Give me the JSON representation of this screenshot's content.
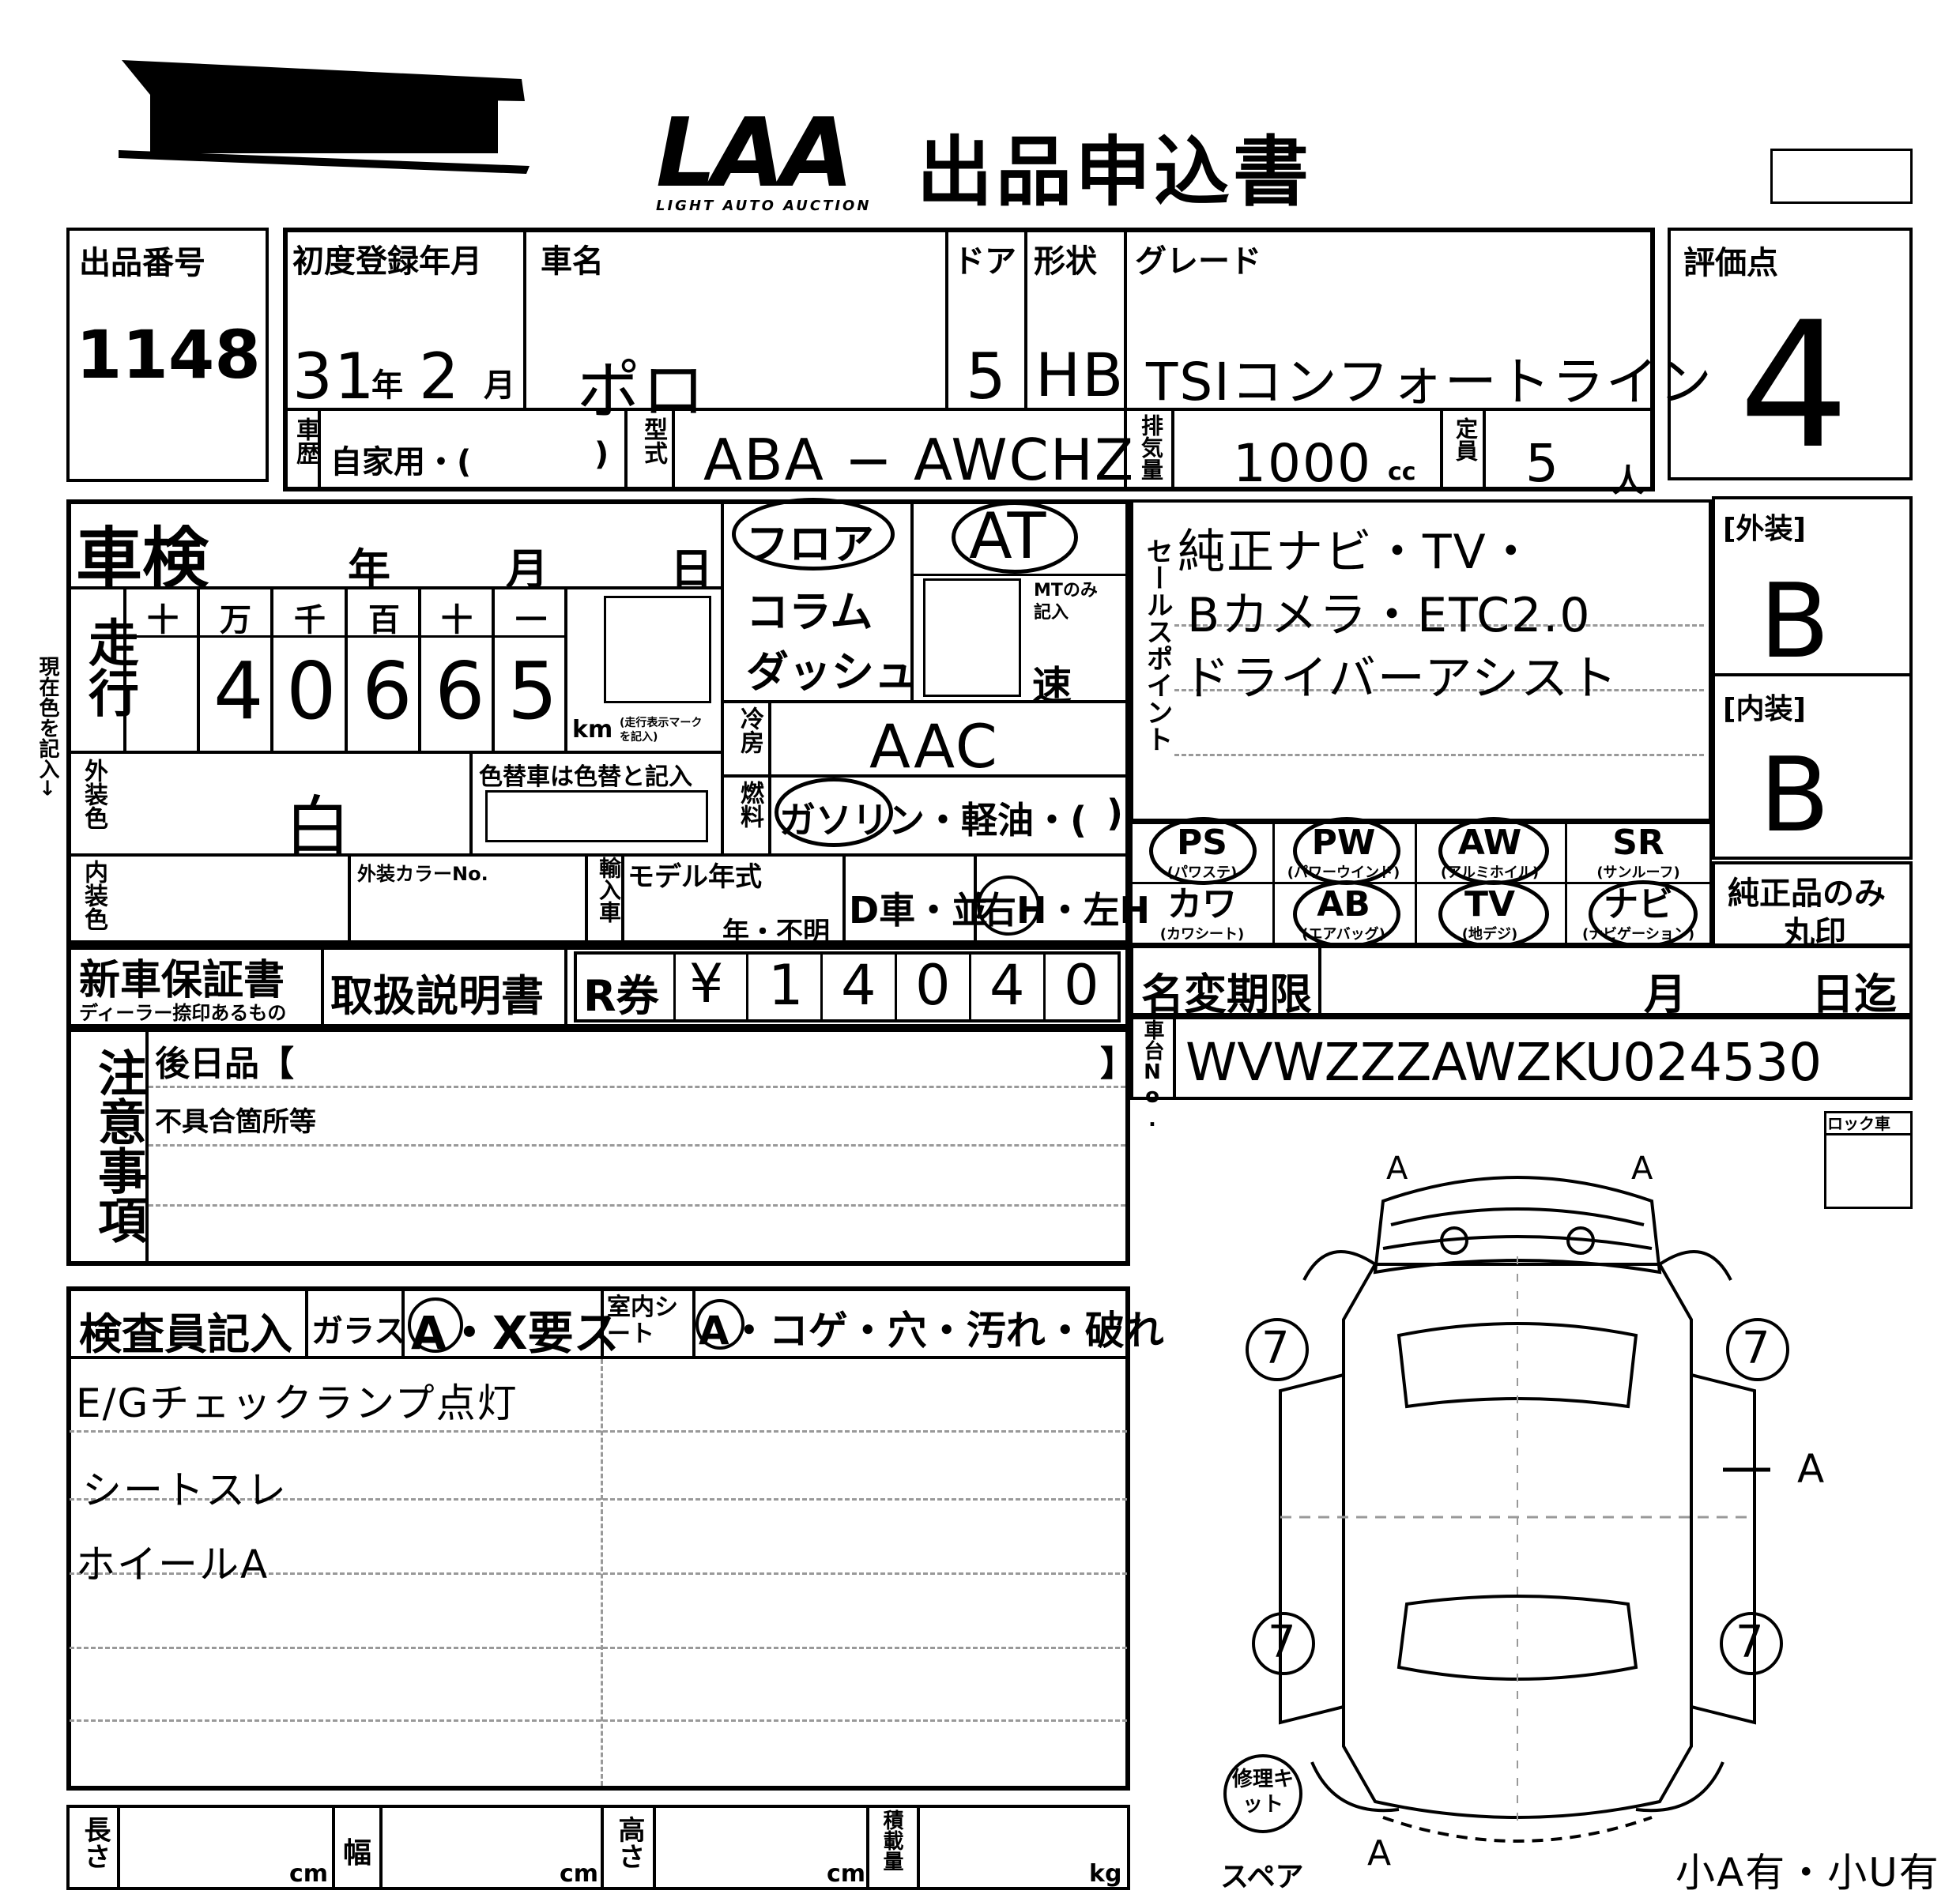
{
  "header": {
    "brand": "LAA",
    "brand_sub": "LIGHT AUTO AUCTION",
    "title": "出品申込書"
  },
  "lot": {
    "label": "出品番号",
    "value": "1148"
  },
  "registration": {
    "label": "初度登録年月",
    "year": "31",
    "year_unit": "年",
    "month": "2",
    "month_unit": "月"
  },
  "car_name": {
    "label": "車名",
    "value": "ポロ"
  },
  "door": {
    "label": "ドア",
    "value": "5"
  },
  "body_type": {
    "label": "形状",
    "value": "HB"
  },
  "grade": {
    "label": "グレード",
    "value": "TSIコンフォートライン"
  },
  "score": {
    "label": "評価点",
    "value": "4"
  },
  "history": {
    "label": "車歴",
    "value": "自家用・(",
    "close": ")"
  },
  "model": {
    "label": "型式",
    "value": "ABA − AWCHZ"
  },
  "displacement": {
    "label": "排気量",
    "value": "1000",
    "unit": "cc"
  },
  "capacity": {
    "label": "定員",
    "value": "5",
    "unit": "人"
  },
  "inspection": {
    "label": "車検",
    "year": "年",
    "month": "月",
    "day": "日"
  },
  "mileage": {
    "label": "走行",
    "digits_header": [
      "十",
      "万",
      "千",
      "百",
      "十",
      "一"
    ],
    "digits": [
      "",
      "4",
      "0",
      "6",
      "6",
      "5"
    ],
    "unit": "km",
    "note": "(走行表示マーク を記入)"
  },
  "shift": {
    "floor": "フロア",
    "column": "コラム",
    "dash": "ダッシュ",
    "at": "AT",
    "mt_note": "MTのみ 記入",
    "speed": "速"
  },
  "ac": {
    "label": "冷房",
    "value": "AAC"
  },
  "fuel": {
    "label": "燃料",
    "options": "ガソリン・軽油・(",
    "close": ")"
  },
  "exterior_color": {
    "label": "外装色",
    "value": "白",
    "note": "色替車は色替と記入"
  },
  "interior_color": {
    "label": "内装色",
    "color_no_label": "外装カラーNo.",
    "import_label": "輸入車",
    "model_year_label": "モデル年式",
    "model_year": "年・不明",
    "dealer": "D車・並",
    "handle": "右H・左H"
  },
  "sales_points": {
    "label": "セールスポイント",
    "lines": [
      "純正ナビ・TV・",
      "Bカメラ・ETC2.0",
      "ドライバーアシスト"
    ]
  },
  "grades": {
    "exterior_label": "[外装]",
    "exterior": "B",
    "interior_label": "[内装]",
    "interior": "B"
  },
  "options": [
    {
      "main": "PS",
      "sub": "(パワステ)"
    },
    {
      "main": "PW",
      "sub": "(パワーウインド)"
    },
    {
      "main": "AW",
      "sub": "(アルミホイル)"
    },
    {
      "main": "SR",
      "sub": "(サンルーフ)"
    },
    {
      "main": "カワ",
      "sub": "(カワシート)"
    },
    {
      "main": "AB",
      "sub": "(エアバッグ)"
    },
    {
      "main": "TV",
      "sub": "(地デジ)"
    },
    {
      "main": "ナビ",
      "sub": "(ナビゲーション)"
    }
  ],
  "genuine": {
    "line1": "純正品のみ",
    "line2": "丸印"
  },
  "warranty": {
    "label": "新車保証書",
    "sub": "ディーラー捺印あるもの"
  },
  "manual": {
    "label": "取扱説明書"
  },
  "recycle": {
    "label": "R券",
    "yen": "¥",
    "digits": [
      "1",
      "4",
      "0",
      "4",
      "0"
    ]
  },
  "name_change": {
    "label": "名変期限",
    "month": "月",
    "day": "日迄"
  },
  "chassis": {
    "label": "車台No.",
    "value": "WVWZZZAWZKU024530"
  },
  "notes": {
    "label": "注意事項",
    "later": "後日品【",
    "later_close": "】",
    "defects": "不具合箇所等"
  },
  "inspector": {
    "label": "検査員記入",
    "glass_label": "ガラス",
    "glass_value": "A・X要ス",
    "seat_label": "室内シート",
    "seat_value": "A・コゲ・穴・汚れ・破れ",
    "comments": [
      "E/Gチェックランプ点灯",
      "シートスレ",
      "ホイールA"
    ]
  },
  "dimensions": {
    "length": "長さ",
    "width": "幅",
    "height": "高さ",
    "load": "積載量",
    "cm": "cm",
    "kg": "kg"
  },
  "lock": {
    "label": "ロック車"
  },
  "diagram": {
    "tire_front_left": "7",
    "tire_front_right": "7",
    "tire_rear_left": "7",
    "tire_rear_right": "7",
    "mark_a": "A",
    "mark_side": "−A",
    "spare_label": "スペア",
    "spare_mark": "A",
    "repair_kit": "修理キット",
    "bottom_right": "小A有・小U有"
  },
  "side_note": "現在色を記入→"
}
